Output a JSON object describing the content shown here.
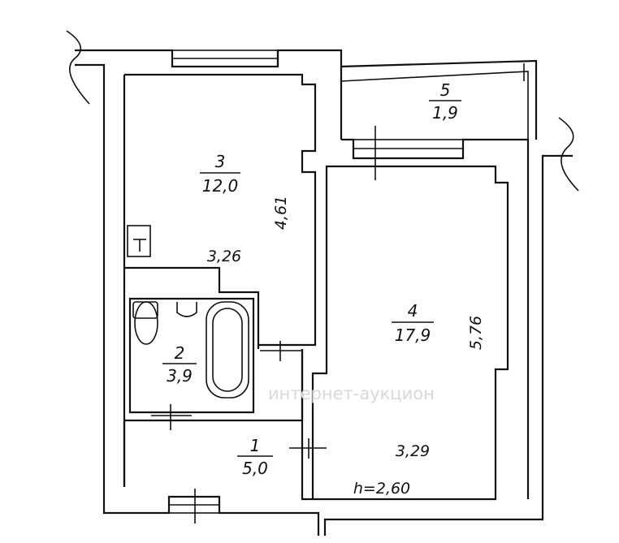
{
  "rooms": [
    {
      "id": "room-1",
      "number": "1",
      "area": "5,0"
    },
    {
      "id": "room-2",
      "number": "2",
      "area": "3,9"
    },
    {
      "id": "room-3",
      "number": "3",
      "area": "12,0"
    },
    {
      "id": "room-4",
      "number": "4",
      "area": "17,9"
    },
    {
      "id": "room-5",
      "number": "5",
      "area": "1,9"
    }
  ],
  "dimensions": {
    "room3_width": "3,26",
    "room3_length": "4,61",
    "room4_length": "5,76",
    "room4_width": "3,29",
    "ceiling_height": "h=2,60"
  },
  "watermark": "интернет-аукцион"
}
